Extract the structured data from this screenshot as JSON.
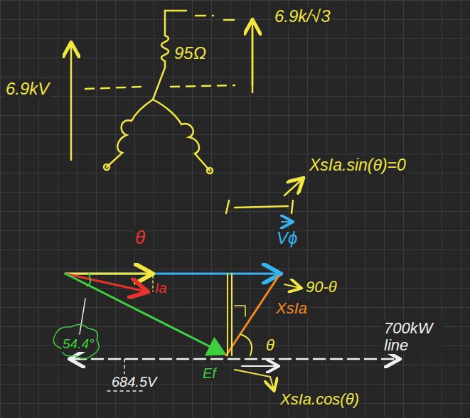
{
  "diagram": {
    "labels": [
      "6.9kV",
      "95Ω",
      "6.9k/√3",
      "XsIa.sin(θ)=0",
      "θ",
      "Vϕ",
      "90-θ",
      "Ia",
      "XsIa",
      "700kW line",
      "54.4°",
      "684.5V",
      "θ",
      "Ef",
      "XsIa.cos(θ)"
    ]
  }
}
